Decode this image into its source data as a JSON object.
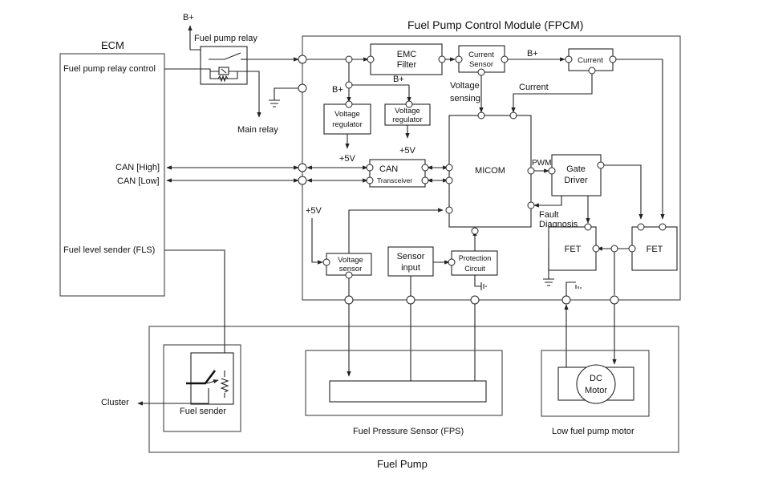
{
  "titles": {
    "fpcm": "Fuel Pump Control Module (FPCM)",
    "ecm": "ECM",
    "fuel_pump": "Fuel Pump"
  },
  "ecm": {
    "relay_control": "Fuel pump relay control",
    "can_high": "CAN [High]",
    "can_low": "CAN [Low]",
    "fls": "Fuel level sender (FLS)"
  },
  "relay": {
    "bplus": "B+",
    "label": "Fuel pump relay",
    "main_relay": "Main relay"
  },
  "fpcm": {
    "emc_filter": [
      "EMC",
      "Filter"
    ],
    "current_sensor": [
      "Current",
      "Sensor"
    ],
    "current": "Current",
    "bplus_1": "B+",
    "bplus_2": "B+",
    "bplus_3": "B+",
    "voltage_sensing": [
      "Voltage",
      "sensing"
    ],
    "current_label": "Current",
    "volt_reg_1": [
      "Voltage",
      "regulator"
    ],
    "volt_reg_2": [
      "Voltage",
      "regulator"
    ],
    "v5_1": "+5V",
    "v5_2": "+5V",
    "v5_3": "+5V",
    "can": "CAN",
    "transceiver": "Transceiver",
    "micom": "MICOM",
    "pwm": "PWM",
    "gate_driver": [
      "Gate",
      "Driver"
    ],
    "fault_diag": [
      "Fault",
      "Diagnosis"
    ],
    "fet_1": "FET",
    "fet_2": "FET",
    "voltage_sensor": [
      "Voltage",
      "sensor"
    ],
    "sensor_input": [
      "Sensor",
      "input"
    ],
    "protection": [
      "Protection",
      "Circuit"
    ]
  },
  "pump": {
    "cluster": "Cluster",
    "fuel_sender": "Fuel sender",
    "fps": "Fuel Pressure Sensor (FPS)",
    "motor_title": "Low fuel pump motor",
    "dc_motor": [
      "DC",
      "Motor"
    ]
  }
}
